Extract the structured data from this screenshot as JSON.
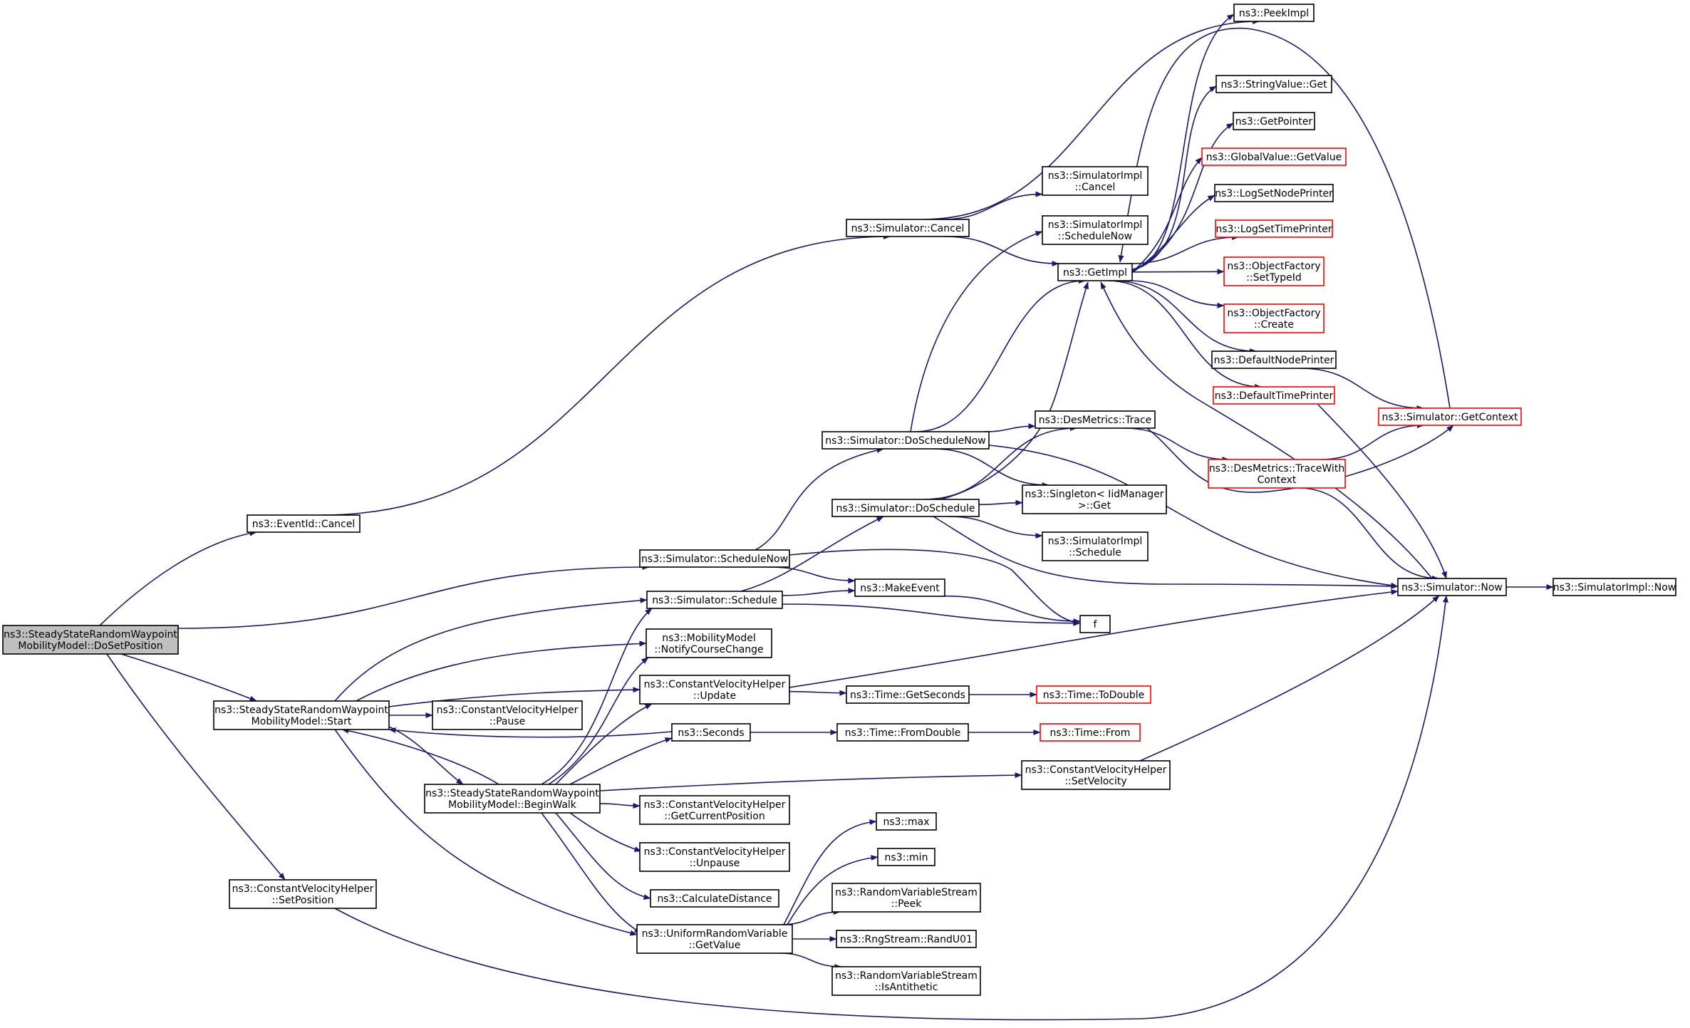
{
  "colors": {
    "edge": "#191970",
    "node_border": "#000000",
    "node_border_link_missing": "#ff0000",
    "root_fill": "#bfbfbf"
  },
  "nodes": [
    {
      "id": "doSetPosition",
      "lines": [
        "ns3::SteadyStateRandomWaypoint",
        "MobilityModel::DoSetPosition"
      ],
      "style": "root"
    },
    {
      "id": "eventIdCancel",
      "lines": [
        "ns3::EventId::Cancel"
      ],
      "style": "normal"
    },
    {
      "id": "simCancel",
      "lines": [
        "ns3::Simulator::Cancel"
      ],
      "style": "normal"
    },
    {
      "id": "peekImpl",
      "lines": [
        "ns3::PeekImpl"
      ],
      "style": "normal"
    },
    {
      "id": "stringValueGet",
      "lines": [
        "ns3::StringValue::Get"
      ],
      "style": "normal"
    },
    {
      "id": "getPointer",
      "lines": [
        "ns3::GetPointer"
      ],
      "style": "normal"
    },
    {
      "id": "globalValueGetValue",
      "lines": [
        "ns3::GlobalValue::GetValue"
      ],
      "style": "red"
    },
    {
      "id": "logSetNodePrinter",
      "lines": [
        "ns3::LogSetNodePrinter"
      ],
      "style": "normal"
    },
    {
      "id": "logSetTimePrinter",
      "lines": [
        "ns3::LogSetTimePrinter"
      ],
      "style": "red"
    },
    {
      "id": "objectFactorySetTypeId",
      "lines": [
        "ns3::ObjectFactory",
        "::SetTypeId"
      ],
      "style": "red"
    },
    {
      "id": "objectFactoryCreate",
      "lines": [
        "ns3::ObjectFactory",
        "::Create"
      ],
      "style": "red"
    },
    {
      "id": "defaultNodePrinter",
      "lines": [
        "ns3::DefaultNodePrinter"
      ],
      "style": "normal"
    },
    {
      "id": "defaultTimePrinter",
      "lines": [
        "ns3::DefaultTimePrinter"
      ],
      "style": "red"
    },
    {
      "id": "simImplCancel",
      "lines": [
        "ns3::SimulatorImpl",
        "::Cancel"
      ],
      "style": "normal"
    },
    {
      "id": "simImplScheduleNow",
      "lines": [
        "ns3::SimulatorImpl",
        "::ScheduleNow"
      ],
      "style": "normal"
    },
    {
      "id": "getImpl",
      "lines": [
        "ns3::GetImpl"
      ],
      "style": "normal"
    },
    {
      "id": "desMetricsTrace",
      "lines": [
        "ns3::DesMetrics::Trace"
      ],
      "style": "normal"
    },
    {
      "id": "desMetricsTraceWithContext",
      "lines": [
        "ns3::DesMetrics::TraceWith",
        "Context"
      ],
      "style": "red"
    },
    {
      "id": "simGetContext",
      "lines": [
        "ns3::Simulator::GetContext"
      ],
      "style": "red"
    },
    {
      "id": "simDoScheduleNow",
      "lines": [
        "ns3::Simulator::DoScheduleNow"
      ],
      "style": "normal"
    },
    {
      "id": "simDoSchedule",
      "lines": [
        "ns3::Simulator::DoSchedule"
      ],
      "style": "normal"
    },
    {
      "id": "singletonGet",
      "lines": [
        "ns3::Singleton< IidManager",
        ">::Get"
      ],
      "style": "normal"
    },
    {
      "id": "simImplSchedule",
      "lines": [
        "ns3::SimulatorImpl",
        "::Schedule"
      ],
      "style": "normal"
    },
    {
      "id": "simScheduleNow",
      "lines": [
        "ns3::Simulator::ScheduleNow"
      ],
      "style": "normal"
    },
    {
      "id": "simSchedule",
      "lines": [
        "ns3::Simulator::Schedule"
      ],
      "style": "normal"
    },
    {
      "id": "makeEvent",
      "lines": [
        "ns3::MakeEvent"
      ],
      "style": "normal"
    },
    {
      "id": "f",
      "lines": [
        "f"
      ],
      "style": "normal"
    },
    {
      "id": "simNow",
      "lines": [
        "ns3::Simulator::Now"
      ],
      "style": "normal"
    },
    {
      "id": "simImplNow",
      "lines": [
        "ns3::SimulatorImpl::Now"
      ],
      "style": "normal"
    },
    {
      "id": "notifyCourseChange",
      "lines": [
        "ns3::MobilityModel",
        "::NotifyCourseChange"
      ],
      "style": "normal"
    },
    {
      "id": "cvhUpdate",
      "lines": [
        "ns3::ConstantVelocityHelper",
        "::Update"
      ],
      "style": "normal"
    },
    {
      "id": "timeGetSeconds",
      "lines": [
        "ns3::Time::GetSeconds"
      ],
      "style": "normal"
    },
    {
      "id": "timeToDouble",
      "lines": [
        "ns3::Time::ToDouble"
      ],
      "style": "red"
    },
    {
      "id": "ssrwStart",
      "lines": [
        "ns3::SteadyStateRandomWaypoint",
        "MobilityModel::Start"
      ],
      "style": "normal"
    },
    {
      "id": "cvhPause",
      "lines": [
        "ns3::ConstantVelocityHelper",
        "::Pause"
      ],
      "style": "normal"
    },
    {
      "id": "seconds",
      "lines": [
        "ns3::Seconds"
      ],
      "style": "normal"
    },
    {
      "id": "timeFromDouble",
      "lines": [
        "ns3::Time::FromDouble"
      ],
      "style": "normal"
    },
    {
      "id": "timeFrom",
      "lines": [
        "ns3::Time::From"
      ],
      "style": "red"
    },
    {
      "id": "cvhSetVelocity",
      "lines": [
        "ns3::ConstantVelocityHelper",
        "::SetVelocity"
      ],
      "style": "normal"
    },
    {
      "id": "ssrwBeginWalk",
      "lines": [
        "ns3::SteadyStateRandomWaypoint",
        "MobilityModel::BeginWalk"
      ],
      "style": "normal"
    },
    {
      "id": "cvhGetCurrentPosition",
      "lines": [
        "ns3::ConstantVelocityHelper",
        "::GetCurrentPosition"
      ],
      "style": "normal"
    },
    {
      "id": "cvhUnpause",
      "lines": [
        "ns3::ConstantVelocityHelper",
        "::Unpause"
      ],
      "style": "normal"
    },
    {
      "id": "calculateDistance",
      "lines": [
        "ns3::CalculateDistance"
      ],
      "style": "normal"
    },
    {
      "id": "max",
      "lines": [
        "ns3::max"
      ],
      "style": "normal"
    },
    {
      "id": "min",
      "lines": [
        "ns3::min"
      ],
      "style": "normal"
    },
    {
      "id": "rvsPeek",
      "lines": [
        "ns3::RandomVariableStream",
        "::Peek"
      ],
      "style": "normal"
    },
    {
      "id": "rngRandU01",
      "lines": [
        "ns3::RngStream::RandU01"
      ],
      "style": "normal"
    },
    {
      "id": "rvsIsAntithetic",
      "lines": [
        "ns3::RandomVariableStream",
        "::IsAntithetic"
      ],
      "style": "normal"
    },
    {
      "id": "urvGetValue",
      "lines": [
        "ns3::UniformRandomVariable",
        "::GetValue"
      ],
      "style": "normal"
    },
    {
      "id": "cvhSetPosition",
      "lines": [
        "ns3::ConstantVelocityHelper",
        "::SetPosition"
      ],
      "style": "normal"
    }
  ],
  "edges": [
    [
      "doSetPosition",
      "eventIdCancel"
    ],
    [
      "doSetPosition",
      "simScheduleNow"
    ],
    [
      "doSetPosition",
      "ssrwStart"
    ],
    [
      "doSetPosition",
      "cvhSetPosition"
    ],
    [
      "eventIdCancel",
      "simCancel"
    ],
    [
      "simCancel",
      "peekImpl"
    ],
    [
      "simCancel",
      "simImplCancel"
    ],
    [
      "simCancel",
      "getImpl"
    ],
    [
      "getImpl",
      "peekImpl"
    ],
    [
      "getImpl",
      "stringValueGet"
    ],
    [
      "getImpl",
      "getPointer"
    ],
    [
      "getImpl",
      "globalValueGetValue"
    ],
    [
      "getImpl",
      "logSetNodePrinter"
    ],
    [
      "getImpl",
      "logSetTimePrinter"
    ],
    [
      "getImpl",
      "objectFactorySetTypeId"
    ],
    [
      "getImpl",
      "objectFactoryCreate"
    ],
    [
      "getImpl",
      "defaultNodePrinter"
    ],
    [
      "getImpl",
      "defaultTimePrinter"
    ],
    [
      "defaultNodePrinter",
      "simGetContext"
    ],
    [
      "defaultTimePrinter",
      "simNow"
    ],
    [
      "simGetContext",
      "getImpl"
    ],
    [
      "simNow",
      "getImpl"
    ],
    [
      "simNow",
      "simImplNow"
    ],
    [
      "desMetricsTrace",
      "desMetricsTraceWithContext"
    ],
    [
      "desMetricsTrace",
      "simGetContext"
    ],
    [
      "desMetricsTraceWithContext",
      "simGetContext"
    ],
    [
      "desMetricsTraceWithContext",
      "simNow"
    ],
    [
      "simScheduleNow",
      "simDoScheduleNow"
    ],
    [
      "simScheduleNow",
      "makeEvent"
    ],
    [
      "simScheduleNow",
      "f"
    ],
    [
      "simDoScheduleNow",
      "simImplScheduleNow"
    ],
    [
      "simDoScheduleNow",
      "getImpl"
    ],
    [
      "simDoScheduleNow",
      "desMetricsTrace"
    ],
    [
      "simDoScheduleNow",
      "singletonGet"
    ],
    [
      "simDoScheduleNow",
      "simNow"
    ],
    [
      "simSchedule",
      "simDoSchedule"
    ],
    [
      "simSchedule",
      "makeEvent"
    ],
    [
      "simSchedule",
      "f"
    ],
    [
      "simDoSchedule",
      "getImpl"
    ],
    [
      "simDoSchedule",
      "desMetricsTrace"
    ],
    [
      "simDoSchedule",
      "singletonGet"
    ],
    [
      "simDoSchedule",
      "simImplSchedule"
    ],
    [
      "simDoSchedule",
      "simNow"
    ],
    [
      "makeEvent",
      "f"
    ],
    [
      "ssrwStart",
      "simSchedule"
    ],
    [
      "ssrwStart",
      "notifyCourseChange"
    ],
    [
      "ssrwStart",
      "cvhUpdate"
    ],
    [
      "ssrwStart",
      "cvhPause"
    ],
    [
      "ssrwStart",
      "seconds"
    ],
    [
      "ssrwStart",
      "ssrwBeginWalk"
    ],
    [
      "ssrwStart",
      "urvGetValue"
    ],
    [
      "cvhUpdate",
      "simNow"
    ],
    [
      "cvhUpdate",
      "timeGetSeconds"
    ],
    [
      "timeGetSeconds",
      "timeToDouble"
    ],
    [
      "seconds",
      "timeFromDouble"
    ],
    [
      "timeFromDouble",
      "timeFrom"
    ],
    [
      "cvhSetVelocity",
      "simNow"
    ],
    [
      "ssrwBeginWalk",
      "simSchedule"
    ],
    [
      "ssrwBeginWalk",
      "notifyCourseChange"
    ],
    [
      "ssrwBeginWalk",
      "cvhUpdate"
    ],
    [
      "ssrwBeginWalk",
      "seconds"
    ],
    [
      "ssrwBeginWalk",
      "ssrwStart"
    ],
    [
      "ssrwBeginWalk",
      "cvhSetVelocity"
    ],
    [
      "ssrwBeginWalk",
      "cvhGetCurrentPosition"
    ],
    [
      "ssrwBeginWalk",
      "cvhUnpause"
    ],
    [
      "ssrwBeginWalk",
      "calculateDistance"
    ],
    [
      "ssrwBeginWalk",
      "urvGetValue"
    ],
    [
      "urvGetValue",
      "max"
    ],
    [
      "urvGetValue",
      "min"
    ],
    [
      "urvGetValue",
      "rvsPeek"
    ],
    [
      "urvGetValue",
      "rngRandU01"
    ],
    [
      "urvGetValue",
      "rvsIsAntithetic"
    ],
    [
      "cvhSetPosition",
      "simNow"
    ]
  ]
}
